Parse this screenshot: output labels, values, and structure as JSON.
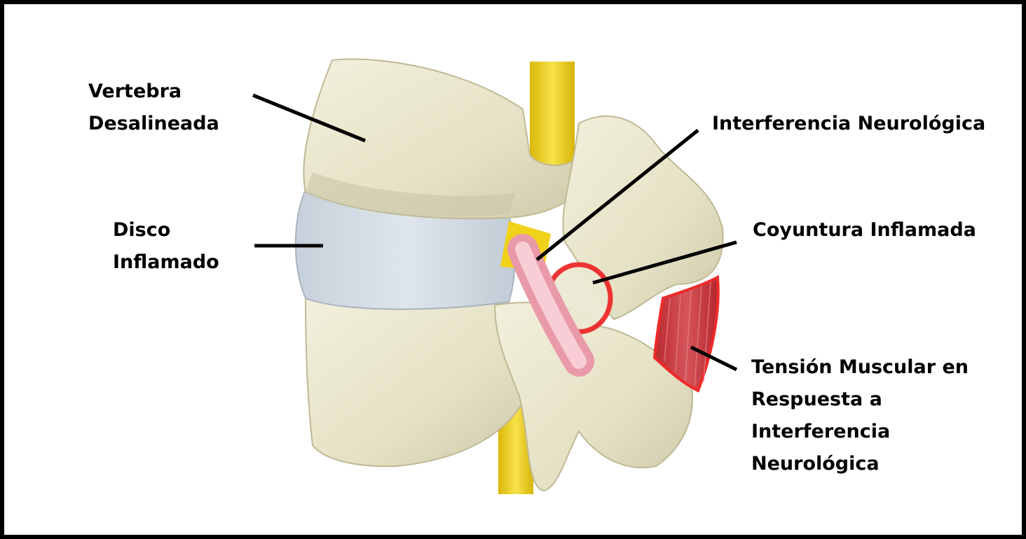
{
  "labels": {
    "vertebra": [
      "Vertebra",
      "Desalineada"
    ],
    "disco": [
      "Disco",
      "Inflamado"
    ],
    "interferencia": [
      "Interferencia Neurológica"
    ],
    "coyuntura": [
      "Coyuntura Inflamada"
    ],
    "tension": [
      "Tensión Muscular en",
      "Respuesta a",
      "Interferencia",
      "Neurológica"
    ]
  },
  "colors": {
    "bone": "#e9e6cc",
    "bone_shadow": "#c9c5a6",
    "disc": "#d3dbe3",
    "nerve": "#f0d21a",
    "nerve_pink": "#f4b8c2",
    "inflammation": "#ee2a2a",
    "muscle": "#c8353b",
    "border": "#000000"
  }
}
